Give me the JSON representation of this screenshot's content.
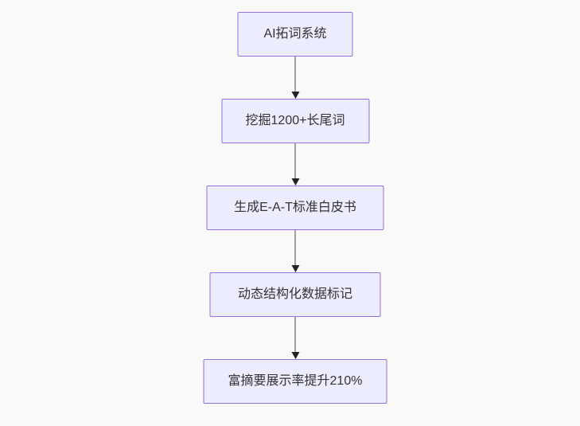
{
  "diagram": {
    "type": "flowchart",
    "direction": "top-down",
    "nodes": [
      {
        "id": "A",
        "label": "AI拓词系统"
      },
      {
        "id": "B",
        "label": "挖掘1200+长尾词"
      },
      {
        "id": "C",
        "label": "生成E-A-T标准白皮书"
      },
      {
        "id": "D",
        "label": "动态结构化数据标记"
      },
      {
        "id": "E",
        "label": "富摘要展示率提升210%"
      }
    ],
    "edges": [
      {
        "from": "A",
        "to": "B"
      },
      {
        "from": "B",
        "to": "C"
      },
      {
        "from": "C",
        "to": "D"
      },
      {
        "from": "D",
        "to": "E"
      }
    ],
    "colors": {
      "canvas_bg": "#f9f9f9",
      "node_fill": "#ECECFF",
      "node_border": "#9370DB",
      "node_text": "#333333",
      "edge_line": "#4a4a4a",
      "edge_arrow": "#222222"
    }
  }
}
